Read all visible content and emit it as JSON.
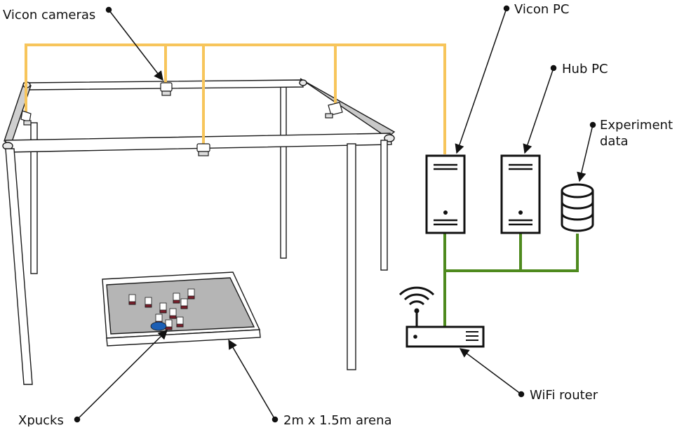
{
  "labels": {
    "vicon_cameras": "Vicon cameras",
    "vicon_pc": "Vicon PC",
    "hub_pc": "Hub PC",
    "experiment_data_line1": "Experiment",
    "experiment_data_line2": "data",
    "wifi_router": "WiFi router",
    "xpucks": "Xpucks",
    "arena": "2m x 1.5m arena"
  },
  "colors": {
    "camera_cable": "#f7c55b",
    "network_cable": "#4e8a1e",
    "arena_floor": "#b5b5b5",
    "frame": "#ffffff",
    "outline": "#1a1a1a",
    "xpuck_marker": "#1c5fb5"
  },
  "icons": {
    "vicon_pc": "server-tower-icon",
    "hub_pc": "server-tower-icon",
    "experiment_data": "database-icon",
    "wifi_router": "wifi-router-icon"
  }
}
